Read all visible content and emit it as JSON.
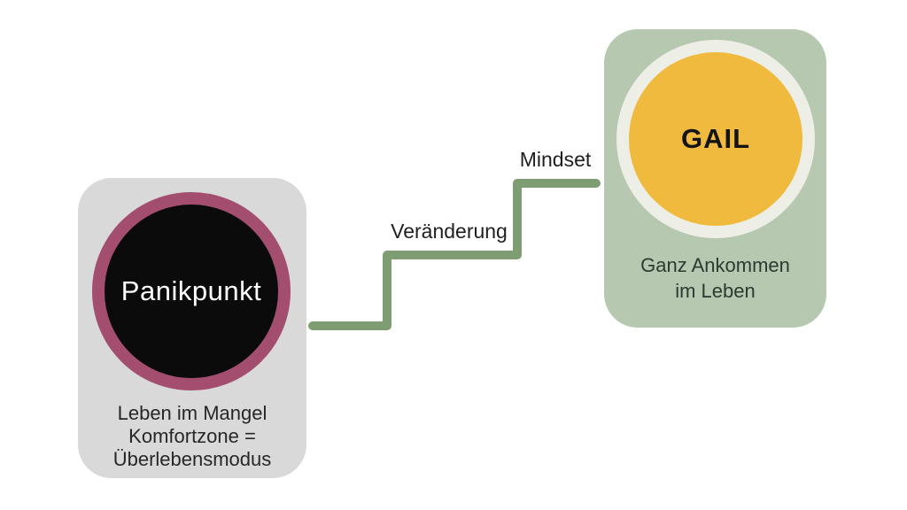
{
  "diagram": {
    "left_card": {
      "title": "Panikpunkt",
      "caption_line1": "Leben im Mangel",
      "caption_line2": "Komfortzone =",
      "caption_line3": "Überlebensmodus"
    },
    "steps": {
      "step1_label": "Veränderung",
      "step2_label": "Mindset"
    },
    "right_card": {
      "title": "GAIL",
      "caption_line1": "Ganz Ankommen",
      "caption_line2": "im Leben"
    },
    "colors": {
      "background": "#ffffff",
      "left_card_bg": "#d9d9d9",
      "left_circle_ring": "#a34e6e",
      "left_circle_fill": "#0b0b0b",
      "left_circle_text": "#ffffff",
      "left_caption_text": "#272727",
      "stairs_line": "#7f9d73",
      "step_label_text": "#1f1f1f",
      "right_card_bg": "#b7c8b0",
      "right_circle_ring": "#edefe6",
      "right_circle_fill": "#efba3d",
      "right_circle_text": "#141414",
      "right_caption_text": "#2c3a31"
    }
  }
}
